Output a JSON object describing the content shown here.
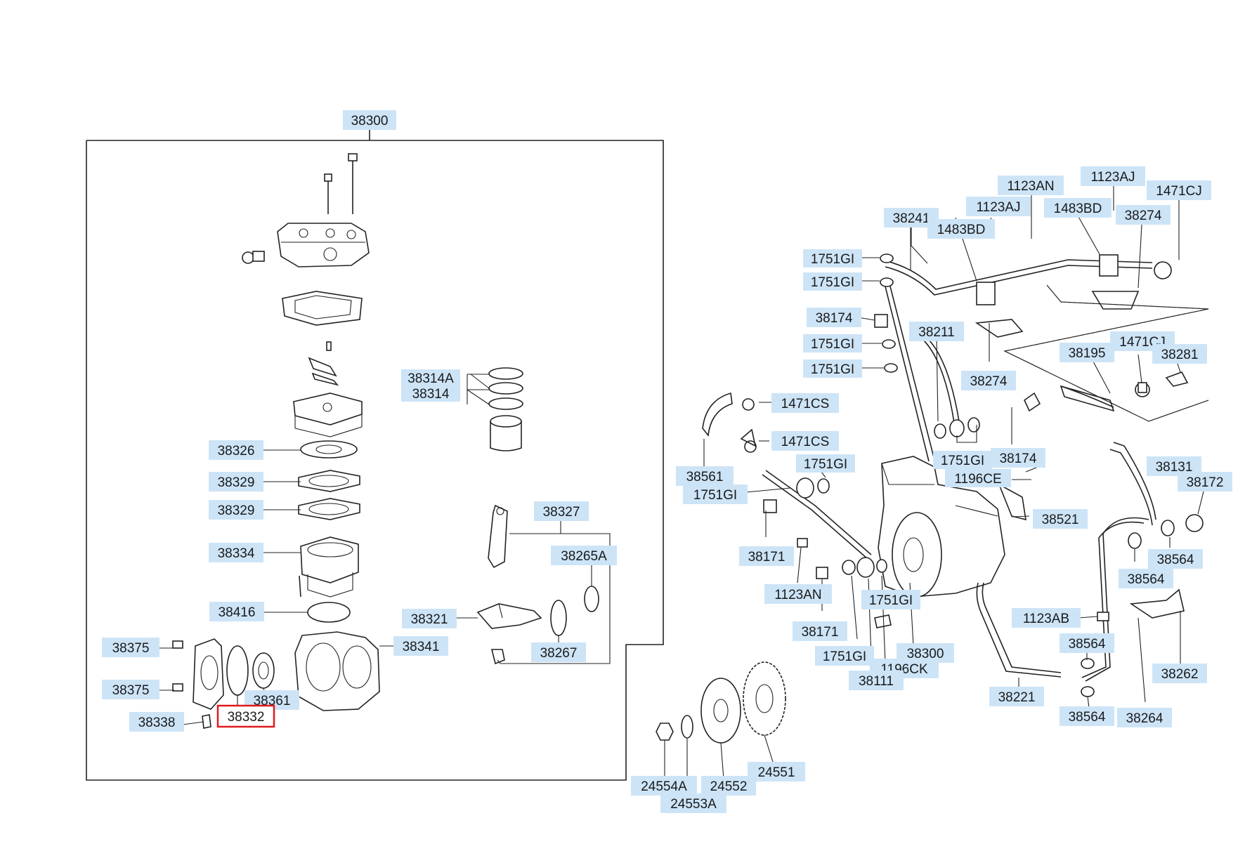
{
  "diagram": {
    "highlighted_part": "38332",
    "highlight_color": "#e0191e",
    "label_background": "#cde4f7",
    "labels": [
      {
        "id": "38300-top",
        "text": "38300"
      },
      {
        "id": "38314A",
        "text": "38314A"
      },
      {
        "id": "38314",
        "text": "38314"
      },
      {
        "id": "38326",
        "text": "38326"
      },
      {
        "id": "38329-a",
        "text": "38329"
      },
      {
        "id": "38329-b",
        "text": "38329"
      },
      {
        "id": "38334",
        "text": "38334"
      },
      {
        "id": "38416",
        "text": "38416"
      },
      {
        "id": "38327",
        "text": "38327"
      },
      {
        "id": "38265A",
        "text": "38265A"
      },
      {
        "id": "38321",
        "text": "38321"
      },
      {
        "id": "38341",
        "text": "38341"
      },
      {
        "id": "38267",
        "text": "38267"
      },
      {
        "id": "38375-a",
        "text": "38375"
      },
      {
        "id": "38375-b",
        "text": "38375"
      },
      {
        "id": "38361",
        "text": "38361"
      },
      {
        "id": "38338",
        "text": "38338"
      },
      {
        "id": "38332",
        "text": "38332"
      },
      {
        "id": "24554A",
        "text": "24554A"
      },
      {
        "id": "24553A",
        "text": "24553A"
      },
      {
        "id": "24552",
        "text": "24552"
      },
      {
        "id": "24551",
        "text": "24551"
      },
      {
        "id": "1123AN-top",
        "text": "1123AN"
      },
      {
        "id": "1123AJ-right",
        "text": "1123AJ"
      },
      {
        "id": "1471CJ-top",
        "text": "1471CJ"
      },
      {
        "id": "38241",
        "text": "38241"
      },
      {
        "id": "1483BD-left",
        "text": "1483BD"
      },
      {
        "id": "1123AJ-left",
        "text": "1123AJ"
      },
      {
        "id": "1483BD-right",
        "text": "1483BD"
      },
      {
        "id": "38274-top",
        "text": "38274"
      },
      {
        "id": "1751GI-1",
        "text": "1751GI"
      },
      {
        "id": "1751GI-2",
        "text": "1751GI"
      },
      {
        "id": "38174-top",
        "text": "38174"
      },
      {
        "id": "38211",
        "text": "38211"
      },
      {
        "id": "1751GI-3",
        "text": "1751GI"
      },
      {
        "id": "1471CJ-mid",
        "text": "1471CJ"
      },
      {
        "id": "38195",
        "text": "38195"
      },
      {
        "id": "38281",
        "text": "38281"
      },
      {
        "id": "1751GI-4",
        "text": "1751GI"
      },
      {
        "id": "38274-mid",
        "text": "38274"
      },
      {
        "id": "1471CS-a",
        "text": "1471CS"
      },
      {
        "id": "1471CS-b",
        "text": "1471CS"
      },
      {
        "id": "1751GI-5",
        "text": "1751GI"
      },
      {
        "id": "38174-mid",
        "text": "38174"
      },
      {
        "id": "38561",
        "text": "38561"
      },
      {
        "id": "1751GI-6",
        "text": "1751GI"
      },
      {
        "id": "1196CE",
        "text": "1196CE"
      },
      {
        "id": "38131",
        "text": "38131"
      },
      {
        "id": "38172",
        "text": "38172"
      },
      {
        "id": "1751GI-7",
        "text": "1751GI"
      },
      {
        "id": "38521",
        "text": "38521"
      },
      {
        "id": "38171-a",
        "text": "38171"
      },
      {
        "id": "38564-a",
        "text": "38564"
      },
      {
        "id": "38564-b",
        "text": "38564"
      },
      {
        "id": "1123AN-bot",
        "text": "1123AN"
      },
      {
        "id": "1751GI-8",
        "text": "1751GI"
      },
      {
        "id": "1123AB",
        "text": "1123AB"
      },
      {
        "id": "38171-b",
        "text": "38171"
      },
      {
        "id": "38564-c",
        "text": "38564"
      },
      {
        "id": "1751GI-9",
        "text": "1751GI"
      },
      {
        "id": "38300-bot",
        "text": "38300"
      },
      {
        "id": "1196CK",
        "text": "1196CK"
      },
      {
        "id": "38262",
        "text": "38262"
      },
      {
        "id": "38111",
        "text": "38111"
      },
      {
        "id": "38221",
        "text": "38221"
      },
      {
        "id": "38564-d",
        "text": "38564"
      },
      {
        "id": "38264",
        "text": "38264"
      }
    ]
  }
}
